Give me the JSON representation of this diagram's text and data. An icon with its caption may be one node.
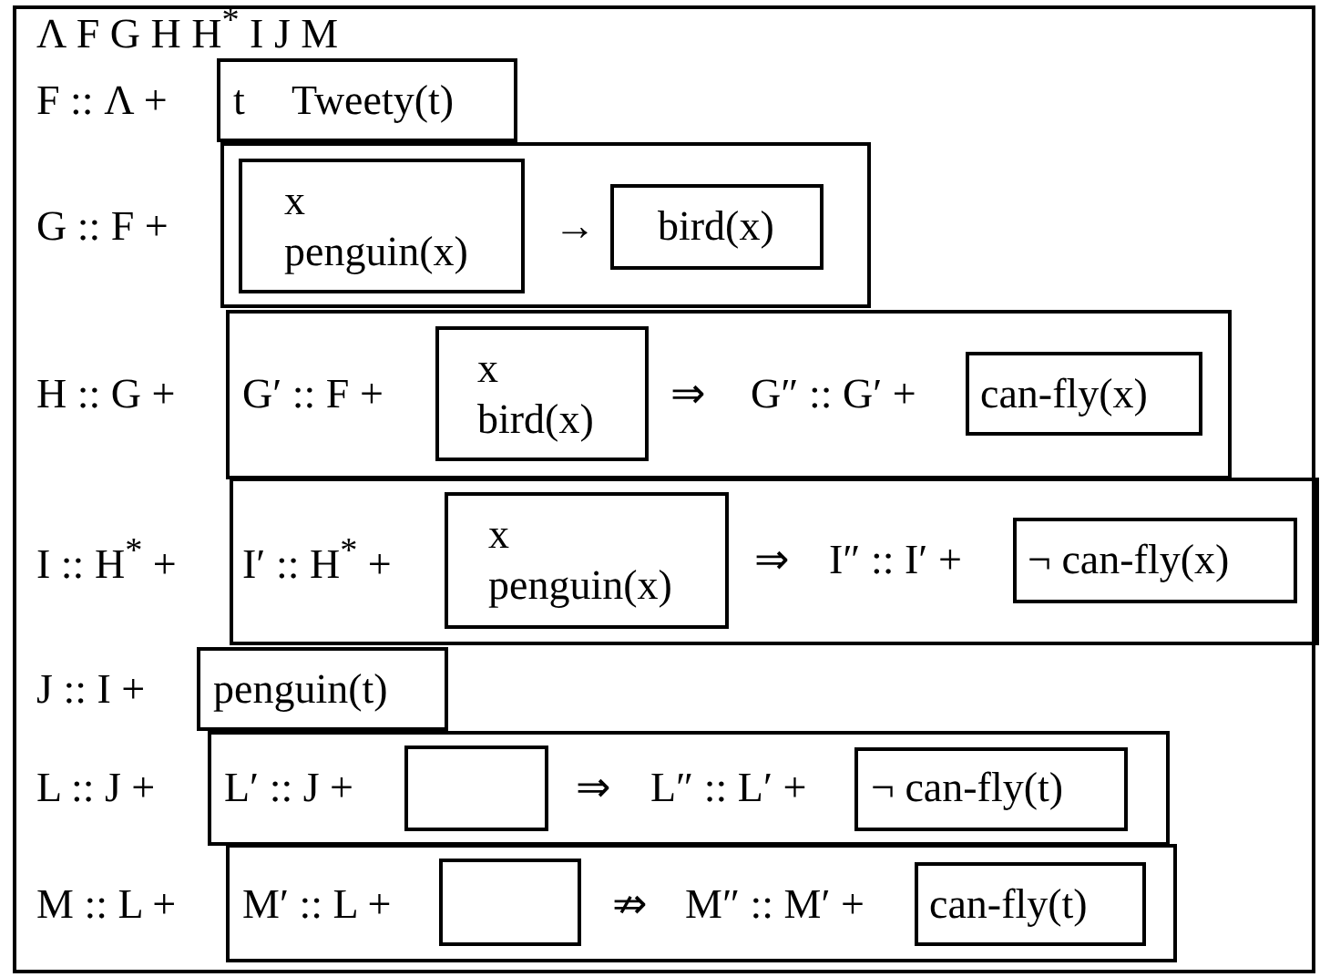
{
  "diagram": {
    "nodes": [
      {
        "text": [
          "Λ F G H H$^{*}$ I J M"
        ]
      },
      {
        "text": [
          "t",
          "Tweety(t)"
        ],
        "in": 0
      },
      {
        "text": [
          "→"
        ],
        "in": 0
      },
      {
        "text": [
          "x",
          "penguin(x)"
        ],
        "in": 2
      },
      {
        "text": [
          "bird(x)"
        ],
        "in": 2
      },
      {
        "text": [
          "G′ :: F +",
          "⇒",
          "G″ :: G′ +"
        ],
        "in": 0
      },
      {
        "text": [
          "x",
          "bird(x)"
        ],
        "in": 5
      },
      {
        "text": [
          "can-fly(x)"
        ],
        "in": 5
      },
      {
        "text": [
          "I′ :: H$^{*}$ +",
          "⇒",
          "I″ :: I′ +"
        ],
        "in": 0
      },
      {
        "text": [
          "x",
          "penguin(x)"
        ],
        "in": 8
      },
      {
        "text": [
          "¬ can-fly(x)"
        ],
        "in": 8
      },
      {
        "text": [
          "penguin(t)"
        ],
        "in": 0
      },
      {
        "text": [
          "L′ :: J +",
          "⇒",
          "L″ :: L′ +"
        ],
        "in": 0
      },
      {
        "text": [],
        "shape": "box",
        "in": 12
      },
      {
        "text": [
          "¬ can-fly(t)"
        ],
        "in": 12
      },
      {
        "text": [
          "M′ :: L +",
          "⇏",
          "M″ :: M′ +"
        ],
        "in": 0
      },
      {
        "text": [],
        "shape": "box",
        "in": 15
      },
      {
        "text": [
          "can-fly(t)"
        ],
        "in": 15
      }
    ],
    "labels": [
      "F :: Λ +",
      "G :: F +",
      "H :: G +",
      "I :: H$^{*}$ +",
      "J :: I +",
      "L :: J +",
      "M :: L +"
    ]
  }
}
